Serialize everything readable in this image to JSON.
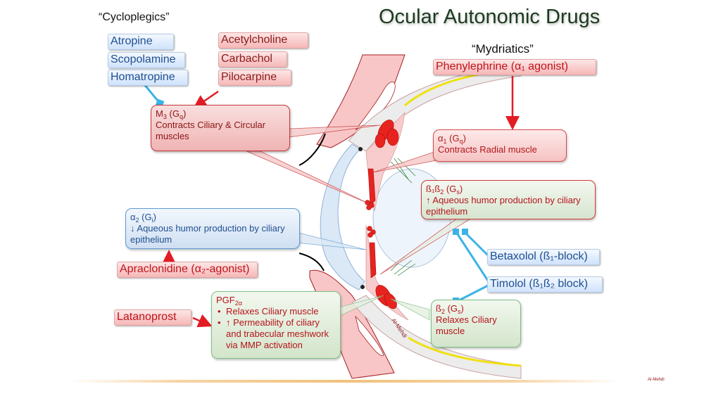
{
  "title": "Ocular Autonomic Drugs",
  "groups": {
    "cycloplegics": "“Cycloplegics”",
    "mydriatics": "“Mydriatics”"
  },
  "drugs": {
    "atropine": "Atropine",
    "scopolamine": "Scopolamine",
    "homatropine": "Homatropine",
    "acetylcholine": "Acetylcholine",
    "carbachol": "Carbachol",
    "pilocarpine": "Pilocarpine",
    "phenylephrine": "Phenylephrine (α₁ agonist)",
    "apraclonidine": "Apraclonidine (α₂-agonist)",
    "latanoprost": "Latanoprost",
    "betaxolol": "Betaxolol (ß₁-block)",
    "timolol": "Timolol (ß₁ß₂ block)"
  },
  "receptors": {
    "m3": {
      "name": "M",
      "sub": "3",
      "g": "G",
      "gsub": "q",
      "effect": "Contracts Ciliary & Circular muscles"
    },
    "alpha1": {
      "name": "α",
      "sub": "1",
      "g": "G",
      "gsub": "q",
      "effect": "Contracts Radial muscle"
    },
    "beta1beta2": {
      "name": "ß₁ß",
      "sub": "2",
      "g": "G",
      "gsub": "s",
      "effect": "↑ Aqueous humor production by ciliary epithelium"
    },
    "alpha2": {
      "name": "α",
      "sub": "2",
      "g": "G",
      "gsub": "i",
      "effect": "↓ Aqueous humor production by ciliary epithelium"
    },
    "pgf2a": {
      "name": "PGF",
      "sub": "2α",
      "bullets": [
        "Relaxes Ciliary muscle",
        "↑ Permeability of ciliary and trabecular meshwork via MMP activation"
      ]
    },
    "beta2": {
      "name": "ß",
      "sub": "2",
      "g": "G",
      "gsub": "s",
      "effect": "Relaxes Ciliary muscle"
    }
  },
  "anatomy_label": "Al-Mehdi",
  "watermark": "Al-Mehdi",
  "colors": {
    "antagonist_line": "#3bb3e6",
    "agonist_arrow": "#e31b23",
    "title": "#1d3b1f"
  }
}
